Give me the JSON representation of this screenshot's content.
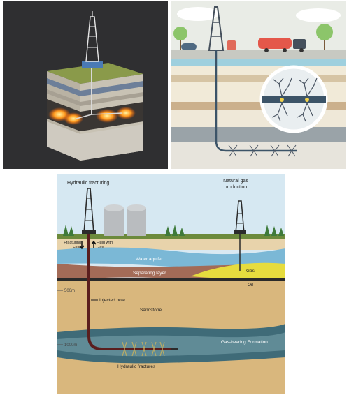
{
  "panel_a": {},
  "panel_b": {
    "truck_tank_label": "",
    "truck_cab_label": ""
  },
  "panel_c": {
    "labels": {
      "hydraulic_fracturing": "Hydraulic fracturing",
      "natural_gas_production": "Natural gas production",
      "fracturing_fluid": "Fracturing Fluid",
      "fluid_with_gas": "Fluid with Gas",
      "water_aquifer": "Water aquifer",
      "separating_layer": "Separating layer",
      "gas": "Gas",
      "oil": "Oil",
      "depth_500": "500m",
      "injected_hole": "Injected hole",
      "sandstone": "Sandstone",
      "depth_1000": "1000m",
      "gas_bearing_formation": "Gas-bearing Formation",
      "hydraulic_fractures": "Hydraulic fractures"
    },
    "colors": {
      "sky": "#d6e8f2",
      "water": "#7bb8d6",
      "separating": "#a36b57",
      "gas": "#e6dc3e",
      "sandstone": "#d9b77d",
      "gas_formation": "#3f6b78"
    }
  }
}
